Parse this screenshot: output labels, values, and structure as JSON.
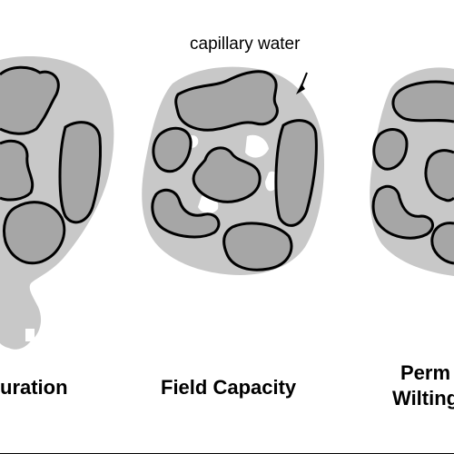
{
  "labels": {
    "saturation": "uration",
    "field_capacity": "Field Capacity",
    "wilting_line1": "Perm",
    "wilting_line2": "Wilting",
    "capillary_water": "capillary water"
  },
  "colors": {
    "water": "#c8c8c8",
    "soil": "#a6a6a6",
    "outline": "#000000",
    "air": "#ffffff"
  }
}
